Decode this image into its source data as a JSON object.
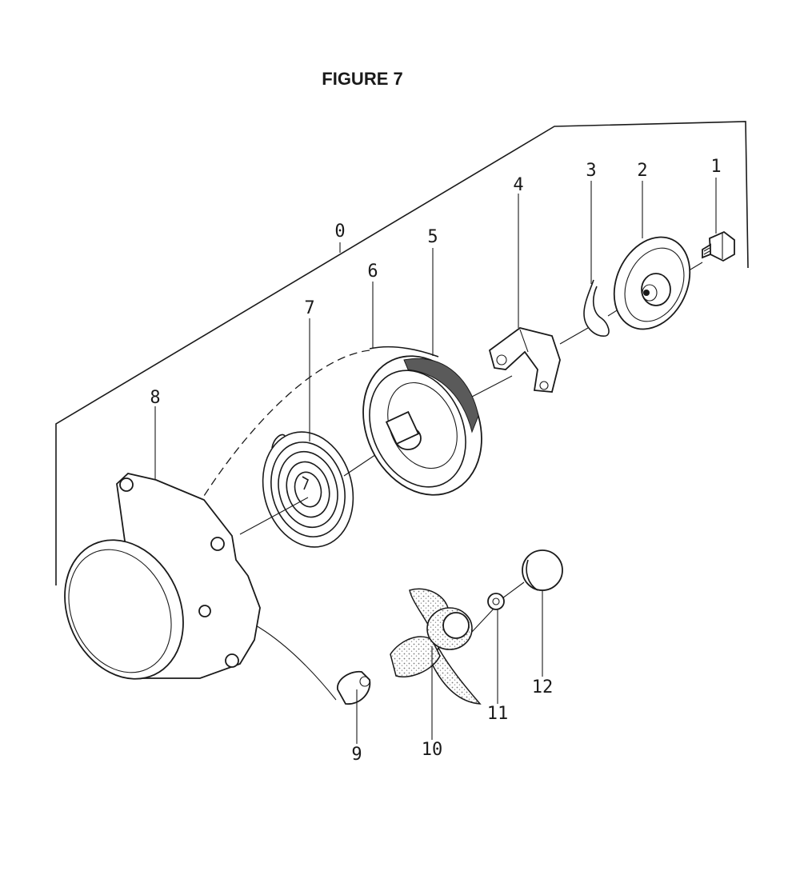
{
  "figure": {
    "title": "FIGURE 7"
  },
  "callouts": {
    "c0": "0",
    "c1": "1",
    "c2": "2",
    "c3": "3",
    "c4": "4",
    "c5": "5",
    "c6": "6",
    "c7": "7",
    "c8": "8",
    "c9": "9",
    "c10": "10",
    "c11": "11",
    "c12": "12"
  },
  "colors": {
    "ink": "#1a1a1a",
    "paper": "#ffffff",
    "stipple": "#9a9a9a"
  }
}
